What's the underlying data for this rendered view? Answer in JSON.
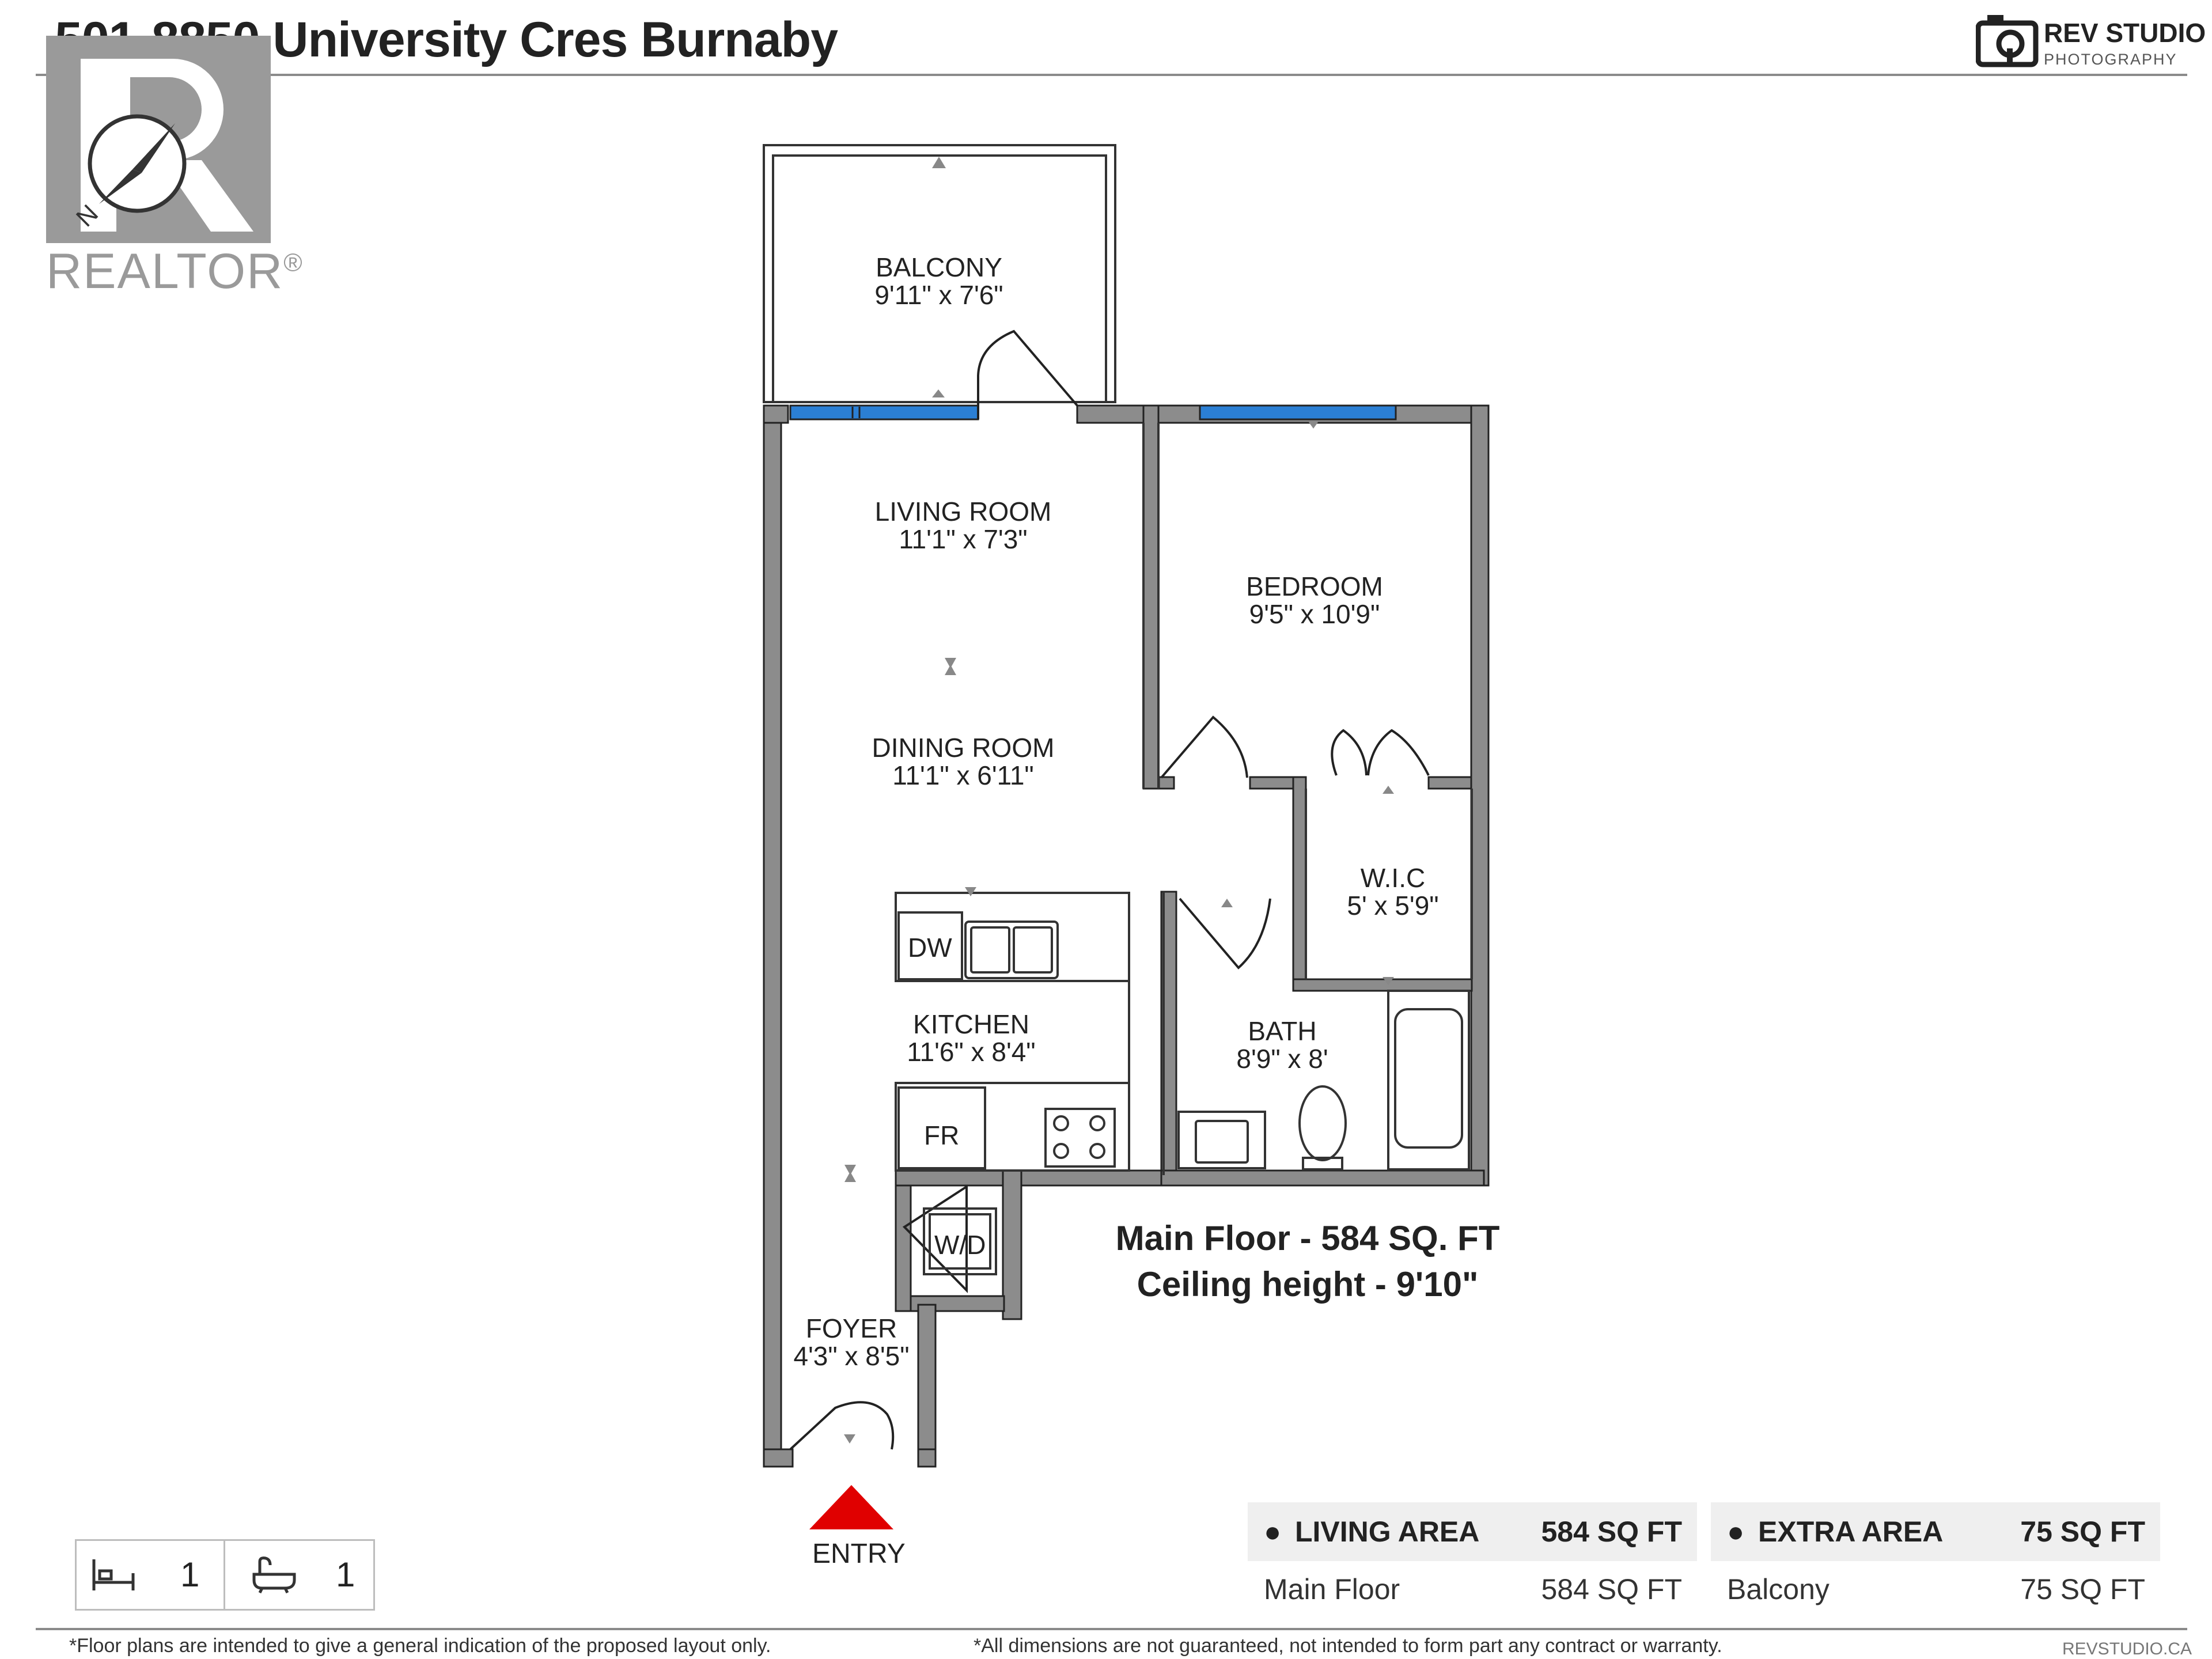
{
  "header": {
    "address": "501-8850 University Cres Burnaby",
    "brand_name": "REV STUDIO",
    "brand_sub": "PHOTOGRAPHY"
  },
  "watermark": {
    "realtor_text": "REALTOR",
    "registered": "®",
    "compass_north": "N"
  },
  "rooms": {
    "balcony": {
      "name": "BALCONY",
      "dims": "9'11\" x 7'6\""
    },
    "living": {
      "name": "LIVING ROOM",
      "dims": "11'1\" x 7'3\""
    },
    "dining": {
      "name": "DINING ROOM",
      "dims": "11'1\" x 6'11\""
    },
    "bedroom": {
      "name": "BEDROOM",
      "dims": "9'5\" x 10'9\""
    },
    "wic": {
      "name": "W.I.C",
      "dims": "5' x 5'9\""
    },
    "kitchen": {
      "name": "KITCHEN",
      "dims": "11'6\" x 8'4\""
    },
    "bath": {
      "name": "BATH",
      "dims": "8'9\" x 8'"
    },
    "foyer": {
      "name": "FOYER",
      "dims": "4'3\" x 8'5\""
    }
  },
  "appliances": {
    "dw": "DW",
    "fr": "FR",
    "wd": "W/D"
  },
  "entry_label": "ENTRY",
  "summary": {
    "floor_area": "Main Floor - 584 SQ. FT",
    "ceiling": "Ceiling height - 9'10\""
  },
  "areas": {
    "living": {
      "head": "LIVING AREA",
      "head_value": "584 SQ FT",
      "row_label": "Main Floor",
      "row_value": "584 SQ FT"
    },
    "extra": {
      "head": "EXTRA AREA",
      "head_value": "75 SQ FT",
      "row_label": "Balcony",
      "row_value": "75 SQ FT"
    }
  },
  "counts": {
    "bedrooms": "1",
    "bathrooms": "1"
  },
  "footer": {
    "disclaimer_left": "*Floor plans are intended to give a general indication of the proposed layout only.",
    "disclaimer_mid": "*All dimensions are not guaranteed, not intended to form part any contract or warranty.",
    "site": "REVSTUDIO.CA"
  },
  "colors": {
    "wall": "#8c8c8c",
    "wall_outline": "#222222",
    "window": "#2b7fd4",
    "entry_arrow": "#e00000",
    "watermark": "#9a9a9a"
  }
}
